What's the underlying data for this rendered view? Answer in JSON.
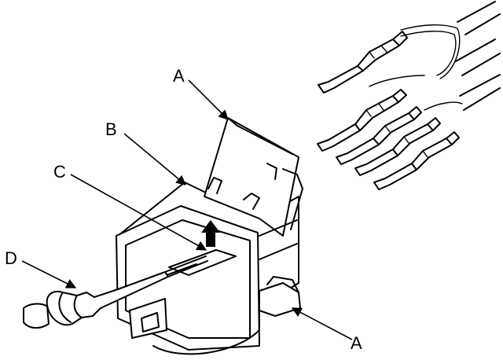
{
  "labels": {
    "a_top": "A",
    "b": "B",
    "c": "C",
    "d": "D",
    "a_bottom": "A"
  },
  "colors": {
    "ink": "#000000",
    "paper": "#ffffff"
  }
}
